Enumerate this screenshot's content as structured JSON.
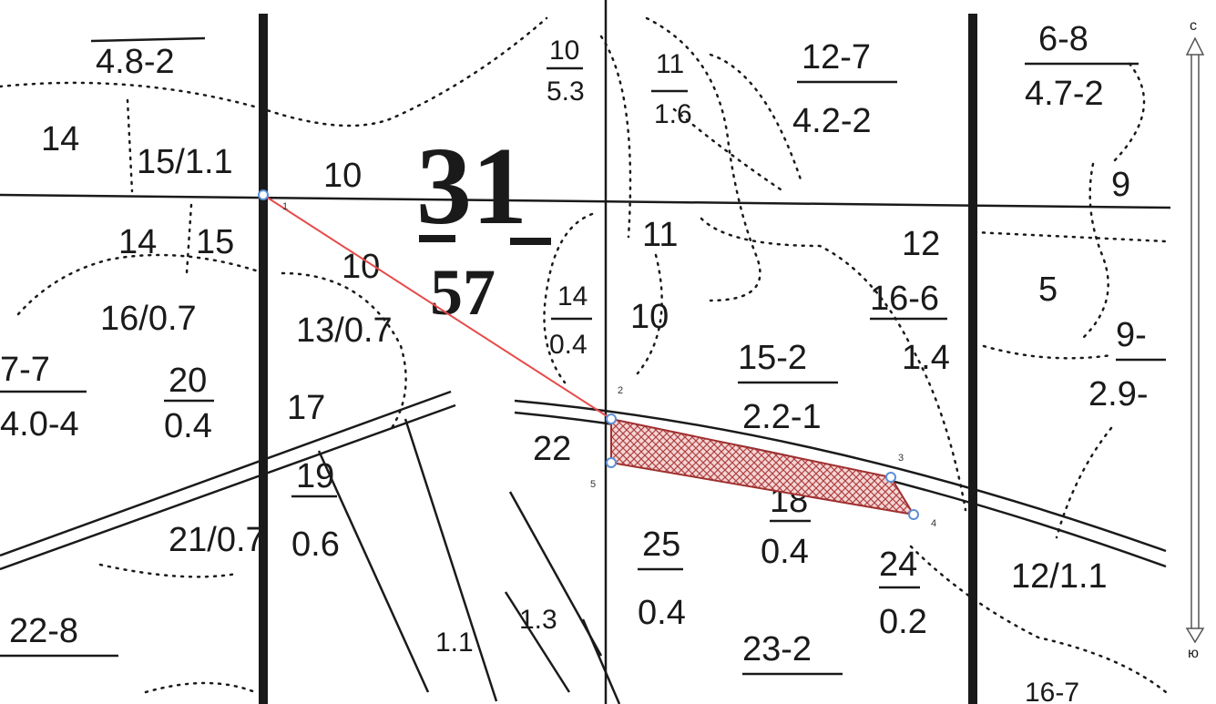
{
  "map": {
    "block_number": "31",
    "block_area": "57",
    "north_label": "с",
    "south_label": "ю",
    "colors": {
      "route": "#e84a4a",
      "plot_fill": "#d07070",
      "plot_stroke": "#a03030",
      "point": "#5b8fd6"
    },
    "labels": [
      {
        "id": "l1",
        "text": "4.8-2"
      },
      {
        "id": "l2",
        "text": "14"
      },
      {
        "id": "l3",
        "text": "15/1.1"
      },
      {
        "id": "l4",
        "text": "10"
      },
      {
        "id": "l5",
        "text": "14"
      },
      {
        "id": "l6",
        "text": "15"
      },
      {
        "id": "l7",
        "text": "10"
      },
      {
        "id": "l8",
        "text": "16/0.7"
      },
      {
        "id": "l9",
        "text": "13/0.7"
      },
      {
        "id": "l10",
        "text": "7-7"
      },
      {
        "id": "l11",
        "text": "4.0-4"
      },
      {
        "id": "l12",
        "text": "20"
      },
      {
        "id": "l13",
        "text": "0.4"
      },
      {
        "id": "l14",
        "text": "17"
      },
      {
        "id": "l15",
        "text": "19"
      },
      {
        "id": "l16",
        "text": "0.6"
      },
      {
        "id": "l17",
        "text": "21/0.7"
      },
      {
        "id": "l18",
        "text": "22-8"
      },
      {
        "id": "l19",
        "text": "10"
      },
      {
        "id": "l20",
        "text": "5.3"
      },
      {
        "id": "l21",
        "text": "11"
      },
      {
        "id": "l22",
        "text": "1.6"
      },
      {
        "id": "l23",
        "text": "12-7"
      },
      {
        "id": "l24",
        "text": "4.2-2"
      },
      {
        "id": "l25",
        "text": "6-8"
      },
      {
        "id": "l26",
        "text": "4.7-2"
      },
      {
        "id": "l27",
        "text": "9"
      },
      {
        "id": "l28",
        "text": "11"
      },
      {
        "id": "l29",
        "text": "12"
      },
      {
        "id": "l30",
        "text": "14"
      },
      {
        "id": "l31",
        "text": "0.4"
      },
      {
        "id": "l32",
        "text": "10"
      },
      {
        "id": "l33",
        "text": "16-6"
      },
      {
        "id": "l34",
        "text": "1.4"
      },
      {
        "id": "l35",
        "text": "5"
      },
      {
        "id": "l36",
        "text": "9-"
      },
      {
        "id": "l37",
        "text": "2.9-"
      },
      {
        "id": "l38",
        "text": "15-2"
      },
      {
        "id": "l39",
        "text": "2.2-1"
      },
      {
        "id": "l40",
        "text": "22"
      },
      {
        "id": "l41",
        "text": "18"
      },
      {
        "id": "l42",
        "text": "0.4"
      },
      {
        "id": "l43",
        "text": "25"
      },
      {
        "id": "l44",
        "text": "0.4"
      },
      {
        "id": "l45",
        "text": "24"
      },
      {
        "id": "l46",
        "text": "0.2"
      },
      {
        "id": "l47",
        "text": "12/1.1"
      },
      {
        "id": "l48",
        "text": "23-2"
      },
      {
        "id": "l49",
        "text": "16-7"
      },
      {
        "id": "l50",
        "text": "1.3"
      },
      {
        "id": "l51",
        "text": "1.1"
      }
    ],
    "points": [
      {
        "id": "p1",
        "label": "1"
      },
      {
        "id": "p2",
        "label": "2"
      },
      {
        "id": "p3",
        "label": "3"
      },
      {
        "id": "p4",
        "label": "4"
      },
      {
        "id": "p5",
        "label": "5"
      }
    ]
  }
}
